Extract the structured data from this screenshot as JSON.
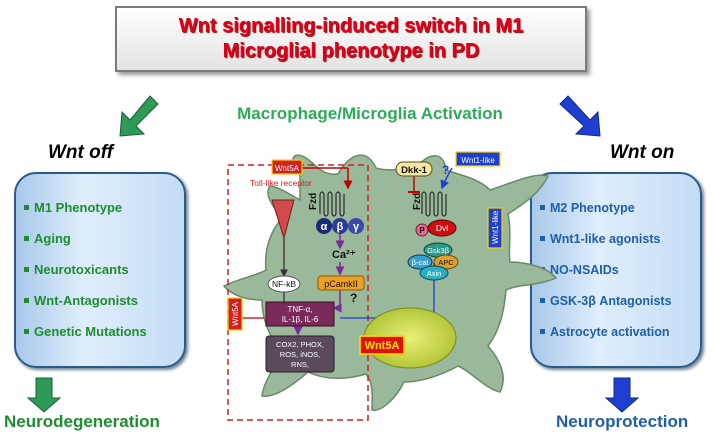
{
  "title": {
    "line1": "Wnt signalling-induced switch in M1",
    "line2": "Microglial phenotype in PD"
  },
  "activation_label": "Macrophage/Microglia Activation",
  "left": {
    "heading": "Wnt off",
    "items": [
      "M1 Phenotype",
      "Aging",
      "Neurotoxicants",
      "Wnt-Antagonists",
      "Genetic Mutations"
    ],
    "outcome": "Neurodegeneration"
  },
  "right": {
    "heading": "Wnt on",
    "items": [
      "M2 Phenotype",
      "Wnt1-like agonists",
      "NO-NSAIDs",
      "GSK-3β Antagonists",
      "Astrocyte activation"
    ],
    "outcome": "Neuroprotection"
  },
  "cell": {
    "wnt5a_top": "Wnt5A",
    "wnt5a_side": "Wnt5A",
    "toll_like_receptor": "Toll-like receptor",
    "fzd_left": "Fzd",
    "fzd_right": "Fzd",
    "alpha": "α",
    "beta": "β",
    "gamma": "γ",
    "ca": "Ca²⁺",
    "pcamkii": "pCamkII",
    "nfkb": "NF-kB",
    "question1": "?",
    "question2": "?",
    "question3": "?",
    "tnf": "TNF-α,",
    "il": "IL-1β, IL-6",
    "mediators1": "COX2, PHOX,",
    "mediators2": "ROS, iNOS,",
    "mediators3": "RNS,",
    "wnt5a_nucleus": "Wnt5A",
    "dkk1": "Dkk-1",
    "wnt1like_top": "Wnt1-like",
    "wnt1like_side": "Wnt1-like",
    "p": "P",
    "dvl": "Dvl",
    "gsk3b": "Gsk3β",
    "bcat": "β-cat",
    "apc": "APC",
    "axin": "Axin"
  },
  "colors": {
    "title_red": "#e0001b",
    "green": "#2eaa5a",
    "dark_green": "#1f8c2f",
    "blue": "#1f5fa8",
    "cell": "#9ab89a",
    "nucleus": "#c8d84a"
  }
}
